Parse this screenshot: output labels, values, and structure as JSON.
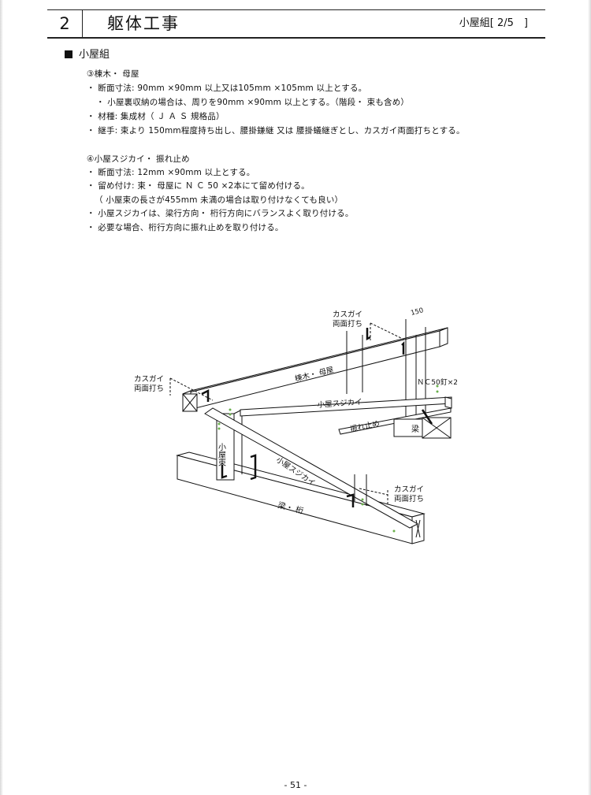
{
  "header": {
    "chapter_number": "2",
    "chapter_title": "躯体工事",
    "page_tag": "小屋組[ 2/5　]"
  },
  "section": {
    "title": "小屋組",
    "block3": {
      "heading": "③棟木・ 母屋",
      "lines": [
        "・ 断面寸法: 90mm ×90mm 以上又は105mm ×105mm 以上とする。",
        "・ 小屋裏収納の場合は、周りを90mm ×90mm 以上とする。（階段・ 束も含め）",
        "・ 材種:  集成材（ Ｊ Ａ Ｓ 規格品）",
        "・ 継手:  束より  150mm程度持ち出し、腰掛鎌継  又は  腰掛蟻継ぎとし、カスガイ両面打ちとする。"
      ]
    },
    "block4": {
      "heading": "④小屋スジカイ・ 振れ止め",
      "lines": [
        "・ 断面寸法: 12mm  ×90mm  以上とする。",
        "・ 留め付け:  束・ 母屋に  Ｎ Ｃ 50 ×2本にて留め付ける。",
        "（ 小屋束の長さが455mm 未満の場合は取り付けなくても良い）",
        "・ 小屋スジカイは、梁行方向・ 桁行方向にバランスよく取り付ける。",
        "・ 必要な場合、桁行方向に振れ止めを取り付ける。"
      ]
    }
  },
  "diagram": {
    "labels": {
      "kasugai_top_1": "カスガイ",
      "kasugai_top_2": "両面打ち",
      "dim_150": "150",
      "kasugai_left_1": "カスガイ",
      "kasugai_left_2": "両面打ち",
      "nc_nails": "ＮＣ50釘×2",
      "munagi": "棟木・ 母屋",
      "koya_sujikai_upper": "小屋スジカイ",
      "furedome": "振れ止め",
      "hari_small": "梁",
      "koyazuka": "小屋束",
      "koya_sujikai_lower": "小屋スジカイ",
      "kasugai_right_1": "カスガイ",
      "kasugai_right_2": "両面打ち",
      "hari_keta": "梁・ 桁"
    }
  },
  "footer": {
    "page_number": "- 51 -"
  }
}
